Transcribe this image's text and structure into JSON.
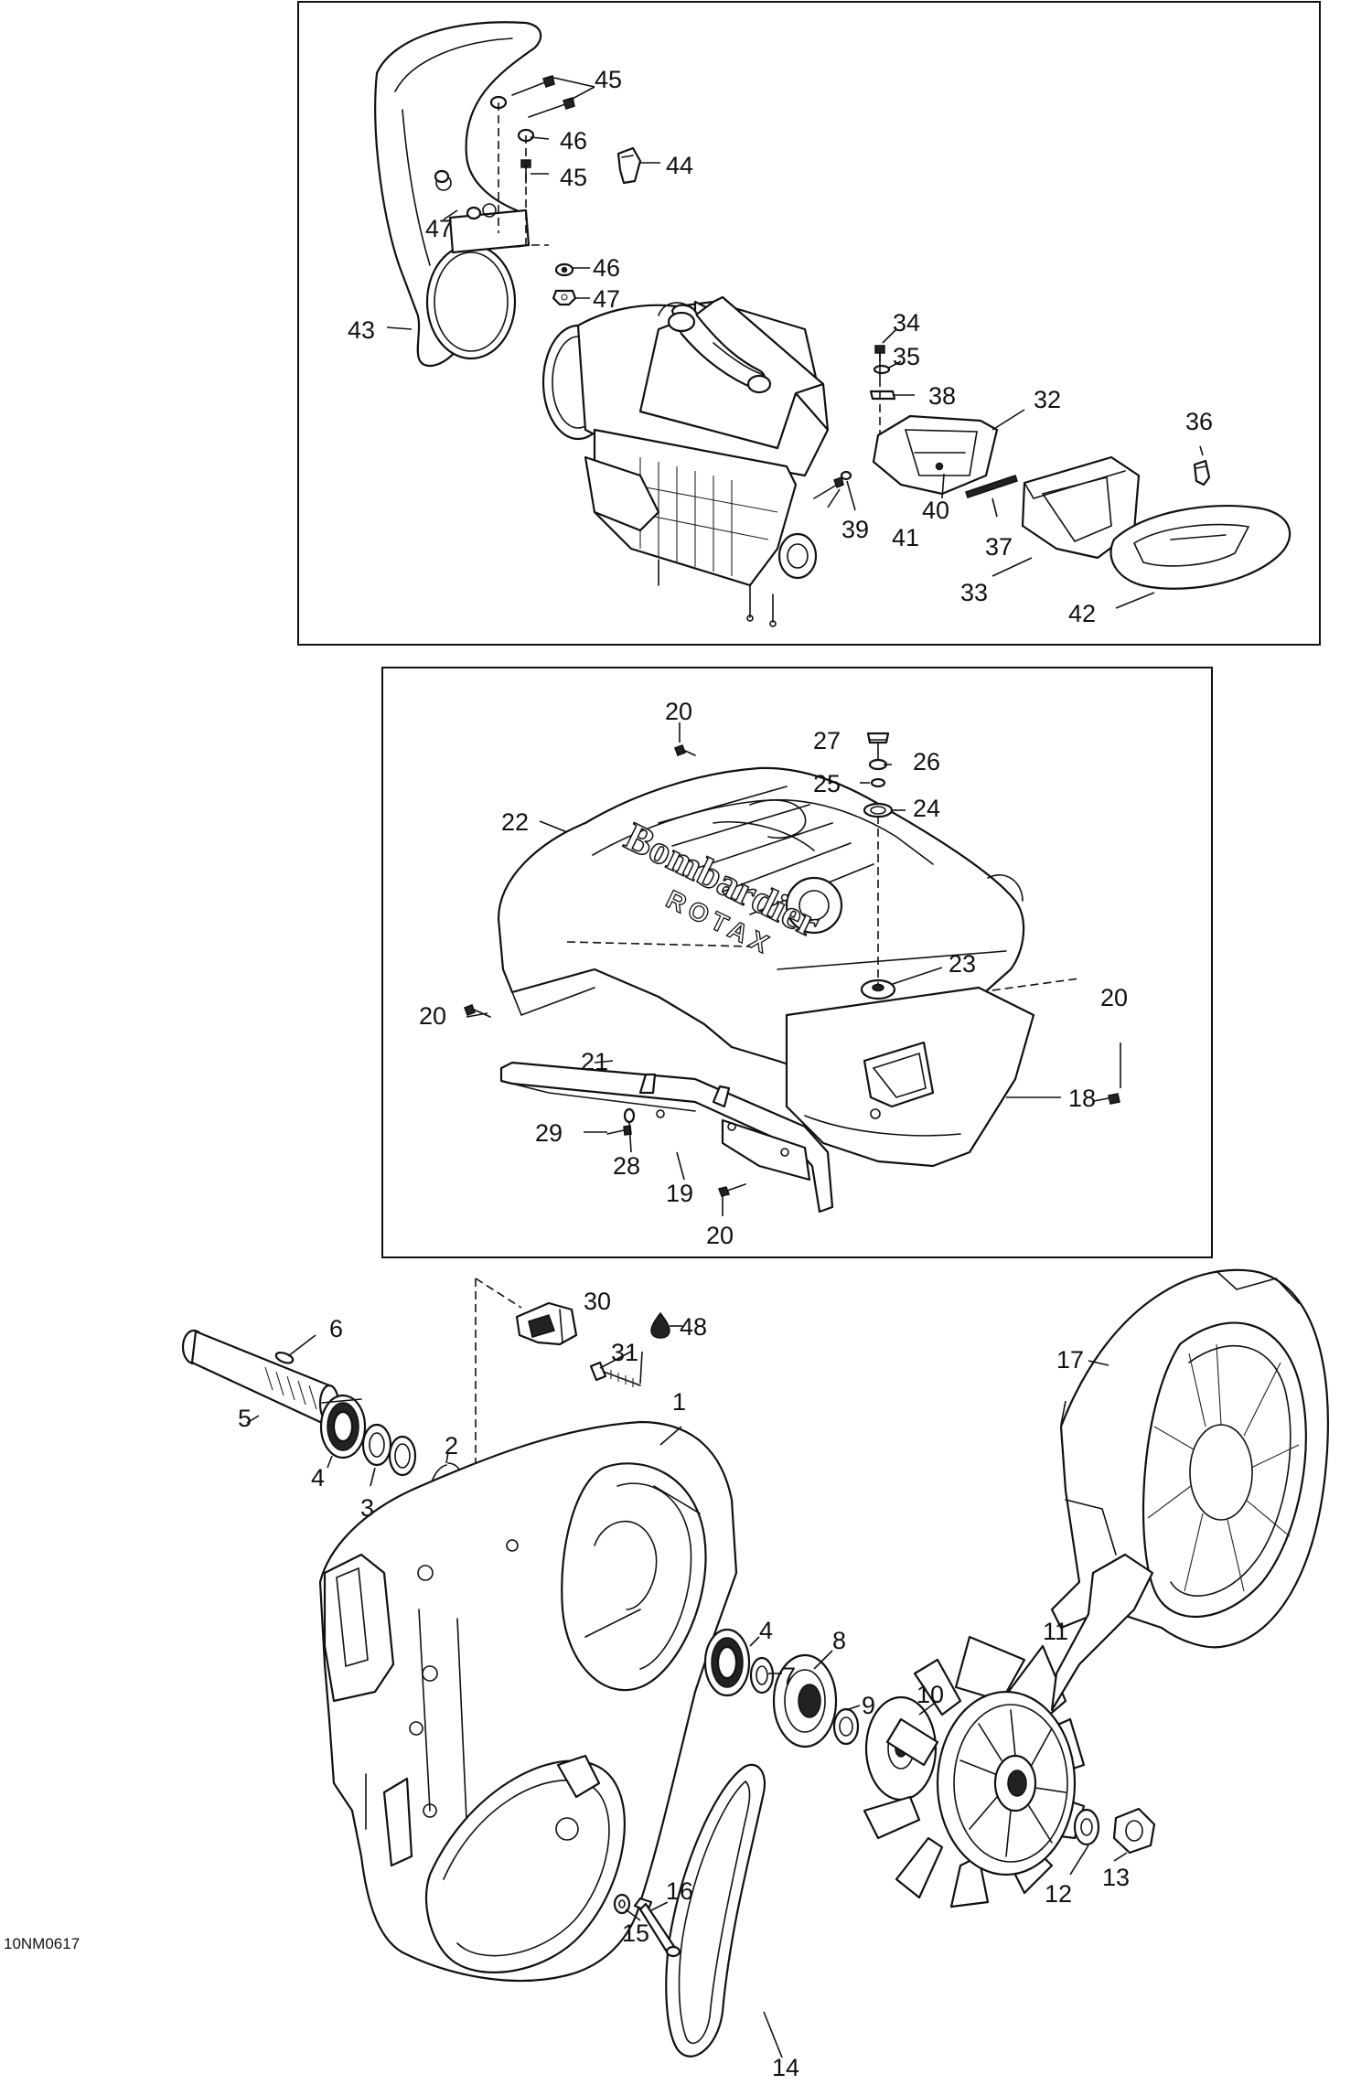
{
  "figure_ref": "10NM0617",
  "brand_lines": [
    "Bombardier",
    "ROTAX"
  ],
  "callouts": {
    "c1": "1",
    "c2": "2",
    "c3": "3",
    "c4a": "4",
    "c4b": "4",
    "c5": "5",
    "c6": "6",
    "c7": "7",
    "c8": "8",
    "c9": "9",
    "c10": "10",
    "c11": "11",
    "c12": "12",
    "c13": "13",
    "c14": "14",
    "c15": "15",
    "c16": "16",
    "c17": "17",
    "c18": "18",
    "c19": "19",
    "c20a": "20",
    "c20b": "20",
    "c20c": "20",
    "c20d": "20",
    "c21": "21",
    "c22": "22",
    "c23": "23",
    "c24": "24",
    "c25": "25",
    "c26": "26",
    "c27": "27",
    "c28": "28",
    "c29": "29",
    "c30": "30",
    "c31": "31",
    "c32": "32",
    "c33": "33",
    "c34": "34",
    "c35": "35",
    "c36": "36",
    "c37": "37",
    "c38": "38",
    "c39": "39",
    "c40": "40",
    "c41": "41",
    "c42": "42",
    "c43": "43",
    "c44": "44",
    "c45a": "45",
    "c45b": "45",
    "c46a": "46",
    "c46b": "46",
    "c47a": "47",
    "c47b": "47",
    "c48": "48"
  }
}
